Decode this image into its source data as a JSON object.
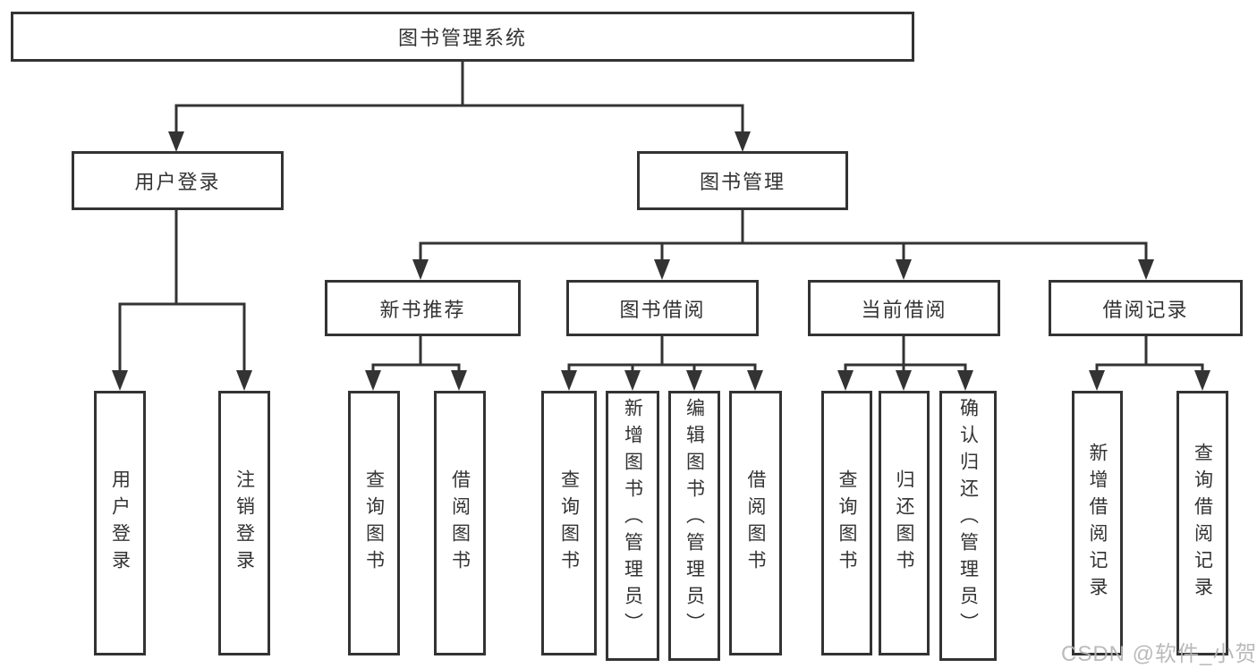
{
  "diagram": {
    "root": {
      "label": "图书管理系统"
    },
    "level2": [
      {
        "label": "用户登录"
      },
      {
        "label": "图书管理"
      }
    ],
    "level3": [
      {
        "label": "新书推荐"
      },
      {
        "label": "图书借阅"
      },
      {
        "label": "当前借阅"
      },
      {
        "label": "借阅记录"
      }
    ],
    "leaves": [
      {
        "label": "用户登录"
      },
      {
        "label": "注销登录"
      },
      {
        "label": "查询图书"
      },
      {
        "label": "借阅图书"
      },
      {
        "label": "查询图书"
      },
      {
        "label": "新增图书（管理员）"
      },
      {
        "label": "编辑图书（管理员）"
      },
      {
        "label": "借阅图书"
      },
      {
        "label": "查询图书"
      },
      {
        "label": "归还图书"
      },
      {
        "label": "确认归还（管理员）"
      },
      {
        "label": "新增借阅记录"
      },
      {
        "label": "查询借阅记录"
      }
    ]
  },
  "watermark": "CSDN @软件_小贺同学",
  "colors": {
    "line": "#333333",
    "text": "#333333",
    "background": "#ffffff",
    "watermark": "#b5b5b5"
  }
}
